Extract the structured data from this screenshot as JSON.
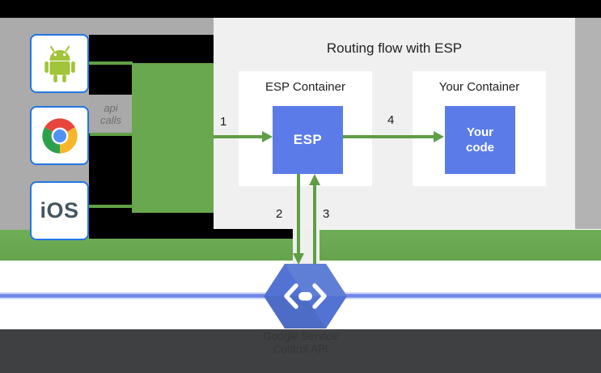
{
  "diagram": {
    "title": "Routing flow with ESP",
    "clients": {
      "android": "Android client",
      "chrome": "Chrome browser client",
      "ios_label": "iOS"
    },
    "api_calls": {
      "line1": "api",
      "line2": "calls"
    },
    "esp_container": {
      "title": "ESP Container",
      "box_label": "ESP"
    },
    "your_container": {
      "title": "Your Container",
      "box_line1": "Your",
      "box_line2": "code"
    },
    "steps": {
      "s1": "1",
      "s2": "2",
      "s3": "3",
      "s4": "4"
    },
    "service_control": {
      "line1": "Google Service",
      "line2": "Control API"
    },
    "icons": {
      "android": "android-robot-icon",
      "chrome": "chrome-browser-icon",
      "endpoints": "cloud-endpoints-hexagon-icon"
    },
    "colors": {
      "green_fill": "#6aa84f",
      "green_line": "#5f9e45",
      "blue_box": "#5b7ce8",
      "hexagon_blue": "#5273d3",
      "connector_blue": "#7289e9",
      "panel_gray": "#f0f0f1",
      "overlay_gray": "#ababab",
      "dark_band": "#3f4041",
      "client_border_blue": "#2276e3"
    }
  }
}
